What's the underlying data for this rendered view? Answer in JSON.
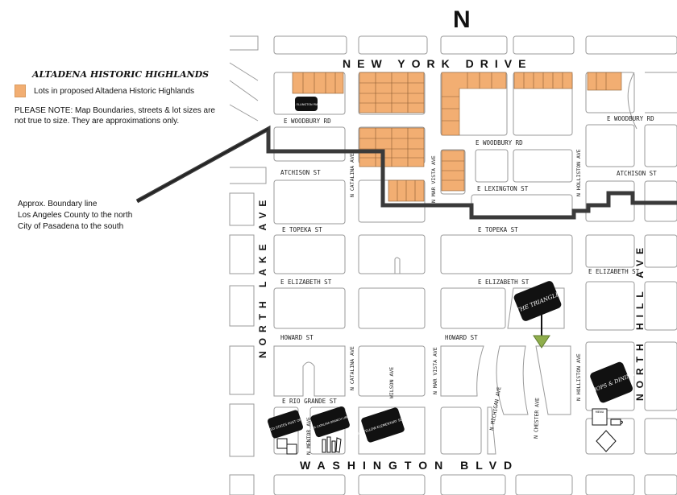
{
  "compass": "N",
  "legend": {
    "title": "ALTADENA HISTORIC HIGHLANDS",
    "swatch_label": "Lots in proposed Altadena Historic Highlands",
    "note": "PLEASE NOTE:  Map Boundaries, streets & lot sizes are not true to size. They are approximations only.",
    "swatch_color": "#f2ae72"
  },
  "boundary_note": {
    "line1": "Approx. Boundary line",
    "line2": "Los Angeles County to the north",
    "line3": "City of Pasadena to the south"
  },
  "streets": {
    "new_york": "NEW YORK DRIVE",
    "washington": "WASHINGTON BLVD",
    "north_lake": "NORTH LAKE AVE",
    "north_hill": "NORTH HILL AVE",
    "woodbury_left": "E WOODBURY RD",
    "woodbury_mid": "E WOODBURY RD",
    "woodbury_right": "E WOODBURY RD",
    "atchison_left": "ATCHISON ST",
    "atchison_right": "ATCHISON ST",
    "lexington": "E LEXINGTON ST",
    "topeka_left": "E TOPEKA ST",
    "topeka_mid": "E TOPEKA ST",
    "elizabeth_left": "E ELIZABETH ST",
    "elizabeth_mid": "E ELIZABETH ST",
    "elizabeth_right": "E ELIZABETH ST",
    "howard_left": "HOWARD ST",
    "howard_mid": "HOWARD ST",
    "rio_grande": "E RIO GRANDE ST",
    "catalina_top": "N CATALINA AVE",
    "catalina_bottom": "N CATALINA AVE",
    "mar_vista_top": "N MAR VISTA AVE",
    "mar_vista_bottom": "N MAR VISTA AVE",
    "hollister_top": "N HOLLISTON AVE",
    "hollister_bottom": "N HOLLISTON AVE",
    "wilson": "WILSON AVE",
    "mentor": "N MENTOR AVE",
    "michigan": "N MICHIGAN AVE",
    "chester": "N CHESTER AVE"
  },
  "markers": {
    "triangle": "THE TRIANGLE",
    "shops": "SHOPS & DINING",
    "menu": "MENU",
    "post_office": "UNITED STATES POST OFFICE",
    "library": "SANTA CATALINA BRANCH LIBRARY",
    "school": "LONGFELLOW ELEMENTARY SCHOOL",
    "small_label": "AL ELLINGTON PARK"
  },
  "colors": {
    "lot": "#f2ae72",
    "boundary": "#3a3a3a",
    "triangle": "#8fae4c"
  }
}
